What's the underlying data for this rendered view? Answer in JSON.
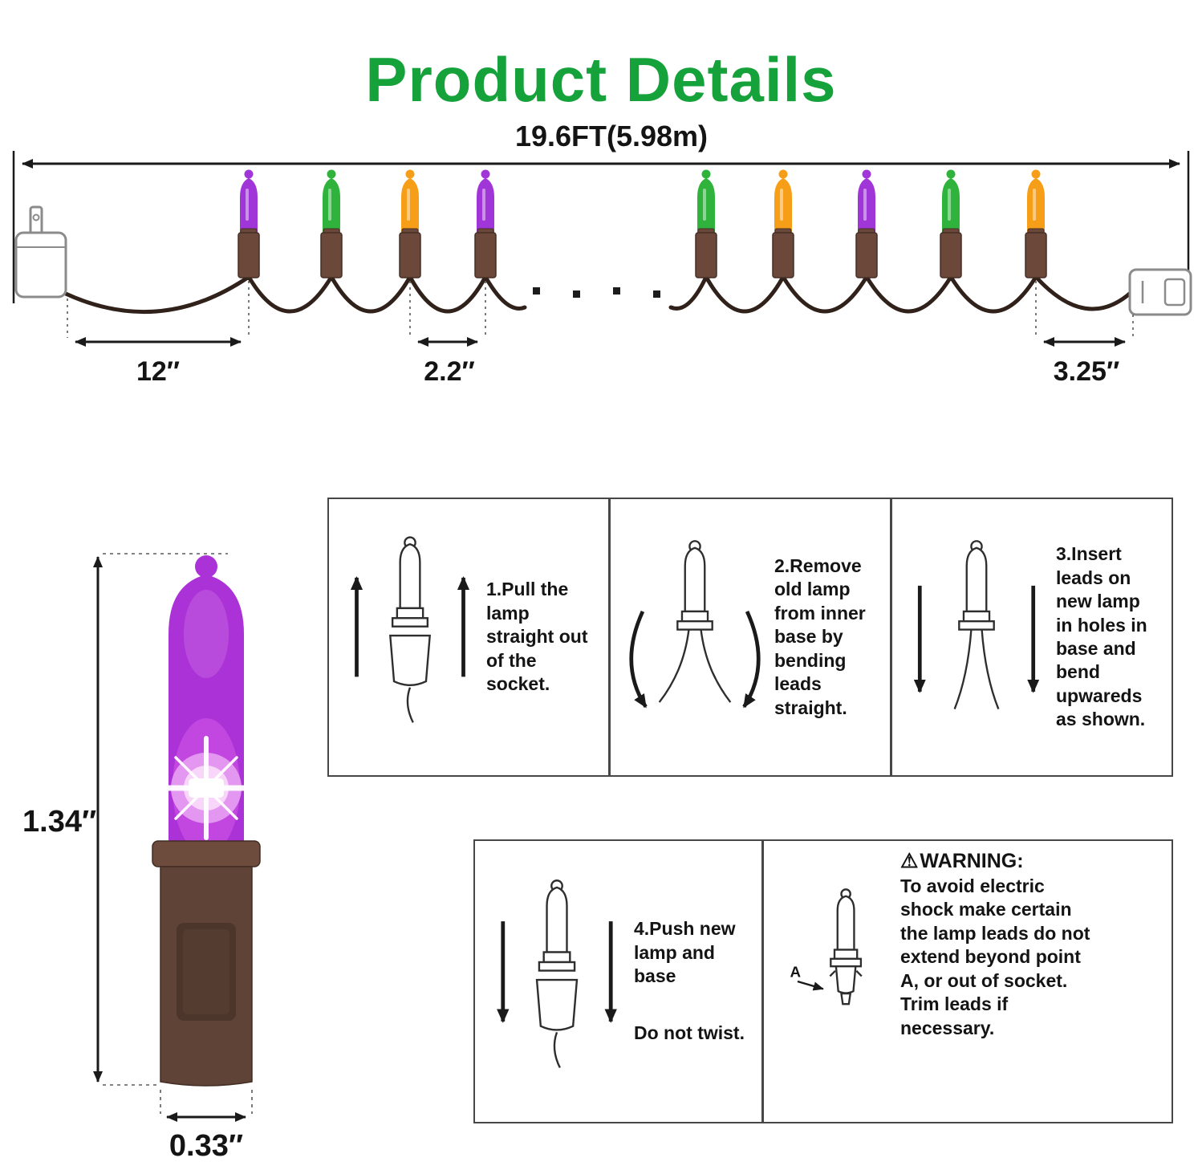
{
  "title": "Product Details",
  "colors": {
    "title_green": "#16a23b",
    "purple": "#a136d8",
    "green": "#2fb33c",
    "orange": "#f79e18",
    "socket_brown": "#6b4839",
    "socket_stroke": "#452f26",
    "wire": "#30211a",
    "big_bulb_purple": "#ab32d6",
    "big_base_brown": "#5f4336",
    "big_base_lip": "#6d4c3d"
  },
  "string_diagram": {
    "total_length_label": "19.6FT(5.98m)",
    "lead_length_label": "12″",
    "bulb_spacing_label": "2.2″",
    "tail_length_label": "3.25″",
    "bulb_colors_left": [
      "purple",
      "green",
      "orange",
      "purple"
    ],
    "bulb_colors_right": [
      "green",
      "orange",
      "purple",
      "green",
      "orange"
    ]
  },
  "bulb_detail": {
    "height_label": "1.34″",
    "base_width_label": "0.33″"
  },
  "instructions": {
    "step1": "1.Pull the lamp straight out of the socket.",
    "step2": "2.Remove old lamp from inner base by bending leads straight.",
    "step3": "3.Insert leads on new lamp in holes in base and bend upwareds as shown.",
    "step4": "4.Push new lamp and base",
    "step4_note": "Do not twist.",
    "warning_icon": "⚠",
    "warning_title": "WARNING:",
    "warning_text": "To avoid electric shock make certain the lamp leads do not extend beyond point A, or out of socket. Trim leads if necessary.",
    "point_label": "A"
  }
}
